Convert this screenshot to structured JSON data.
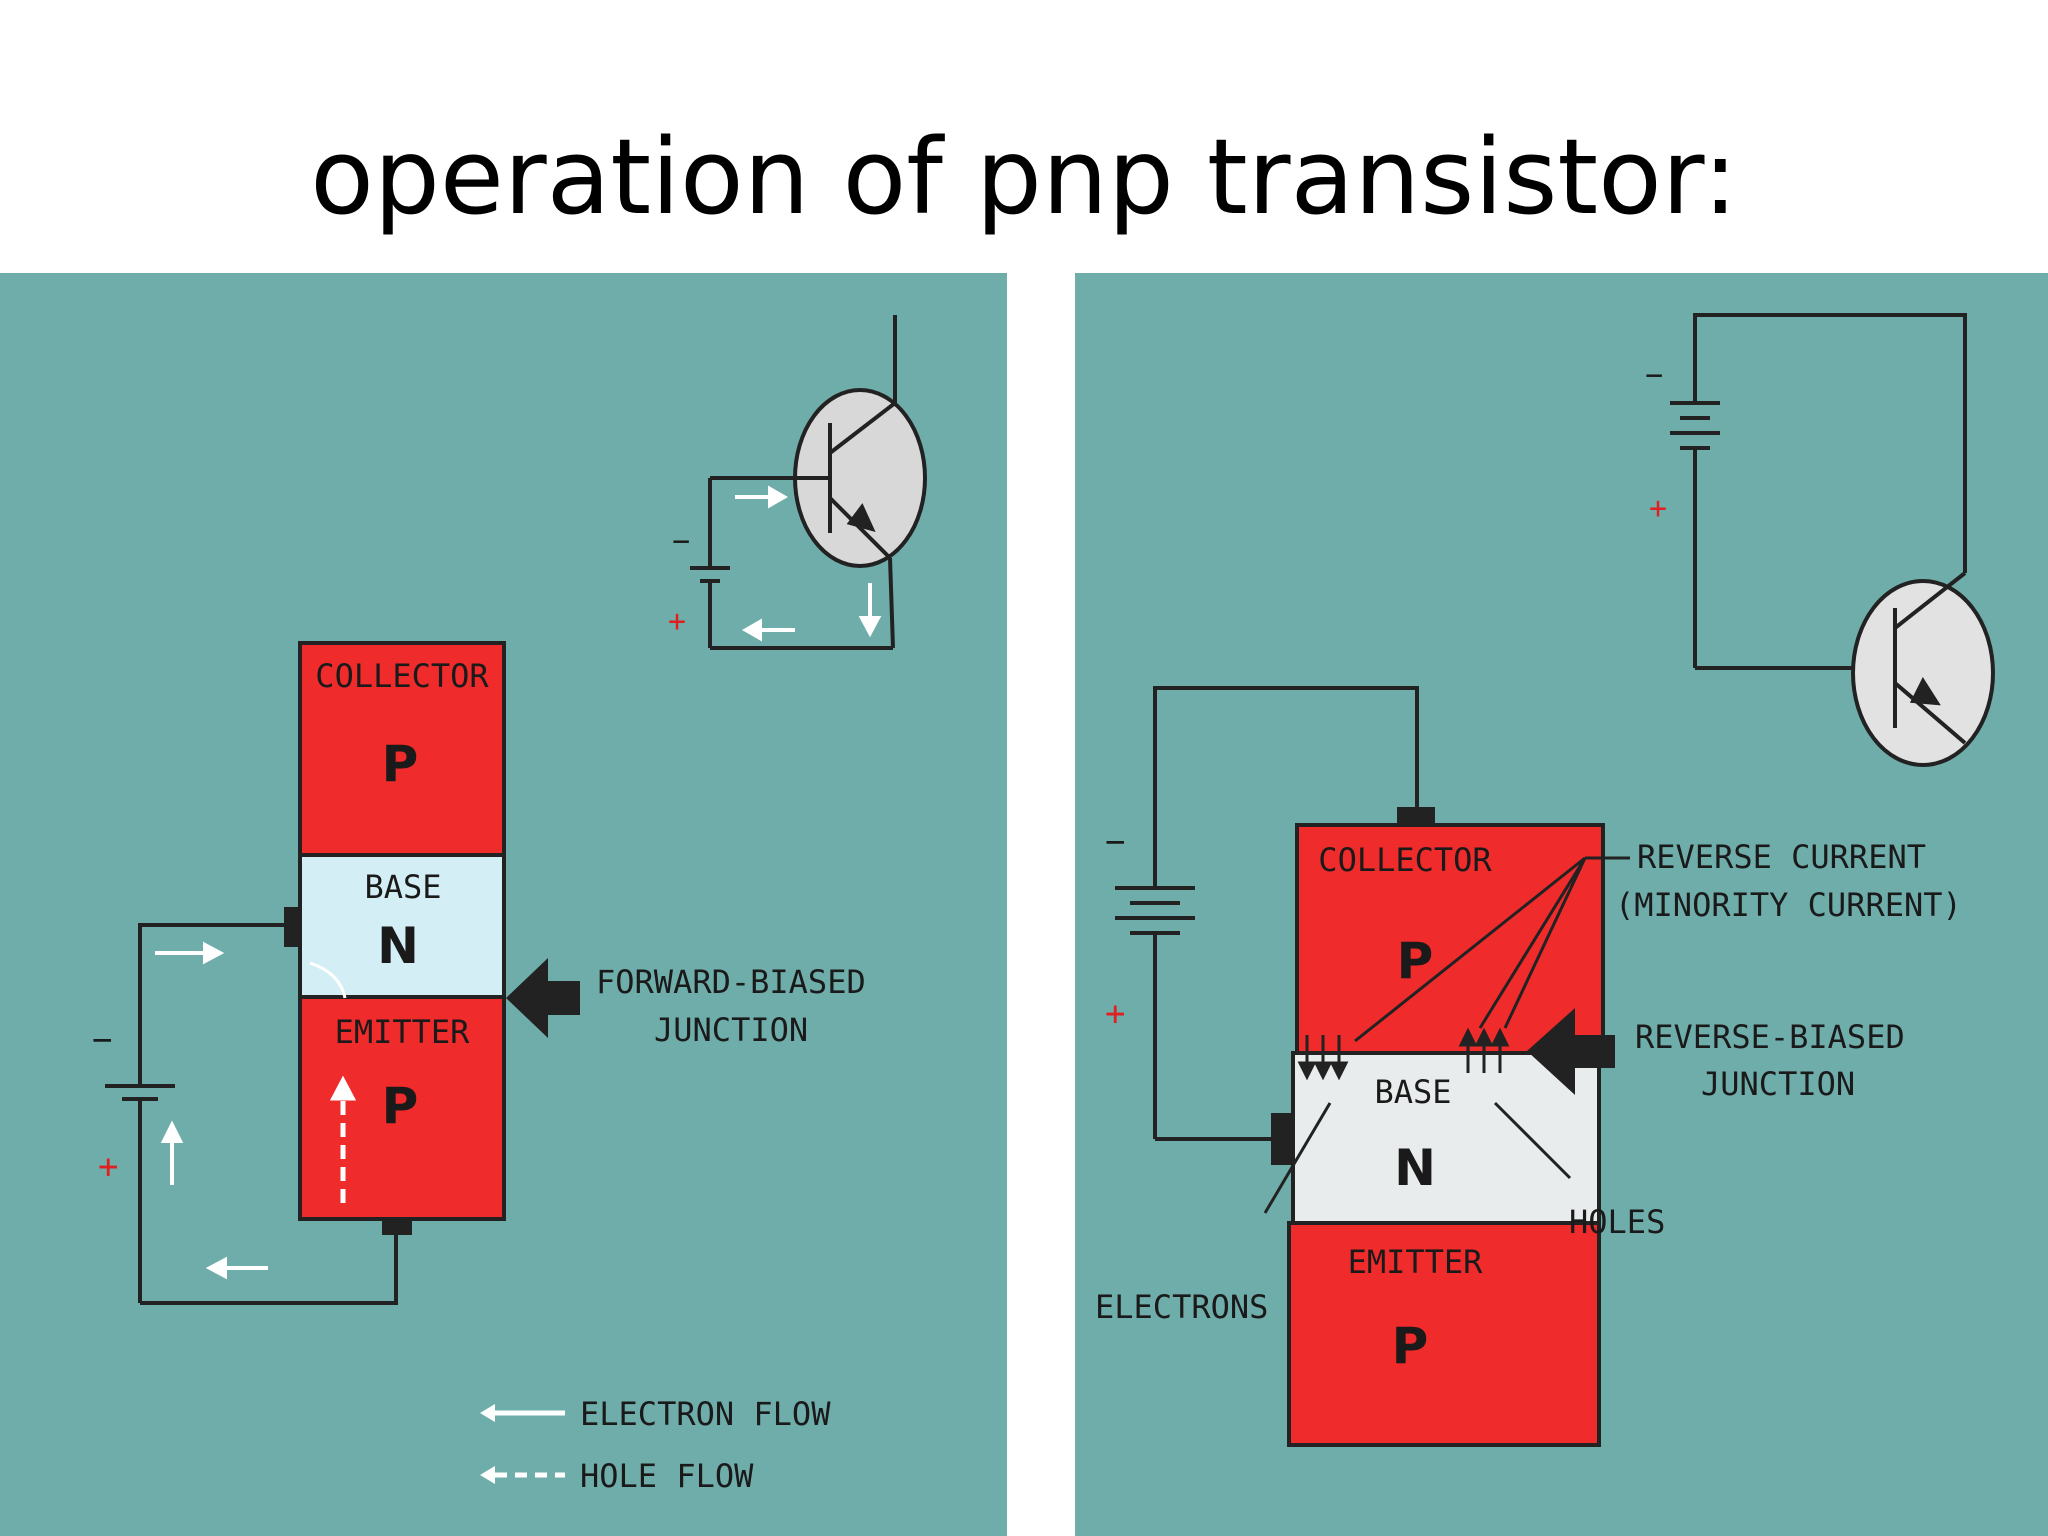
{
  "slide": {
    "title": "operation of pnp transistor:"
  },
  "left_diagram": {
    "collector_label": "COLLECTOR",
    "collector_type": "P",
    "base_label": "BASE",
    "base_type": "N",
    "emitter_label": "EMITTER",
    "emitter_type": "P",
    "junction_label_line1": "FORWARD-BIASED",
    "junction_label_line2": "JUNCTION",
    "legend_electron": "ELECTRON FLOW",
    "legend_hole": "HOLE FLOW",
    "battery_minus": "−",
    "battery_plus": "+",
    "symbol_minus": "−",
    "symbol_plus": "+"
  },
  "right_diagram": {
    "collector_label": "COLLECTOR",
    "collector_type": "P",
    "base_label": "BASE",
    "base_type": "N",
    "emitter_label": "EMITTER",
    "emitter_type": "P",
    "reverse_current_line1": "REVERSE CURRENT",
    "reverse_current_line2": "(MINORITY CURRENT)",
    "junction_label_line1": "REVERSE-BIASED",
    "junction_label_line2": "JUNCTION",
    "holes_label": "HOLES",
    "electrons_label": "ELECTRONS",
    "battery_minus": "−",
    "battery_plus": "+",
    "symbol_minus": "−",
    "symbol_plus": "+"
  },
  "colors": {
    "panel_bg": "#6fadab",
    "p_region": "#ef2b2b",
    "n_region_left": "#d3eef5",
    "n_region_right": "#e9ecec",
    "wire": "#222222",
    "plus_sign": "#e02020"
  }
}
